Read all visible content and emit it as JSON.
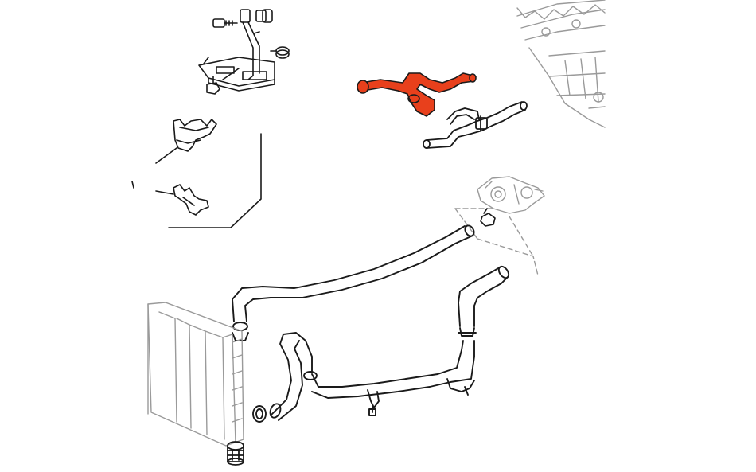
{
  "diagram": {
    "highlight_color": "#e8401c",
    "line_color": "#1a1a1a",
    "ghost_color": "#9a9a9a",
    "highlighted_part": "upper-coolant-hose",
    "components": [
      "mounting-bracket",
      "hose-clips",
      "upper-coolant-hose",
      "bypass-pipe",
      "engine-block",
      "water-pump",
      "radiator-top-hose",
      "pump-hose",
      "lower-coolant-pipe",
      "radiator",
      "radiator-cap"
    ]
  }
}
